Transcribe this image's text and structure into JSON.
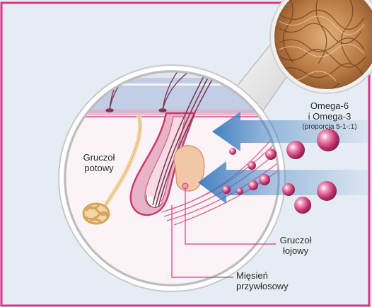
{
  "labels": {
    "sweat_gland": [
      "Gruczoł",
      "potowy"
    ],
    "omega": [
      "Omega-6",
      "i Omega-3"
    ],
    "omega_ratio": "(proporcja 5-1-:1)",
    "sebaceous_gland": [
      "Gruczoł",
      "łojowy"
    ],
    "muscle": [
      "Mięsień",
      "przywłosowy"
    ]
  },
  "colors": {
    "frame": "#e0338a",
    "background": "#dfe6f1",
    "epidermis": "#c2cde6",
    "dermis": "#fbf3f5",
    "hair_follicle": "#e8b3c4",
    "sebaceous": "#f1c7a6",
    "sweat_gland": "#f4d6a5",
    "omega_sphere": "#c73a72",
    "arrow": "#3a7fc1",
    "lens_ring": "#e6e6e6",
    "fur": "#c89058"
  },
  "icons": {
    "magnifier": "magnifier-lens",
    "fur_close_up": "fur-photo-inset",
    "omega_particles": "sphere-cluster"
  }
}
